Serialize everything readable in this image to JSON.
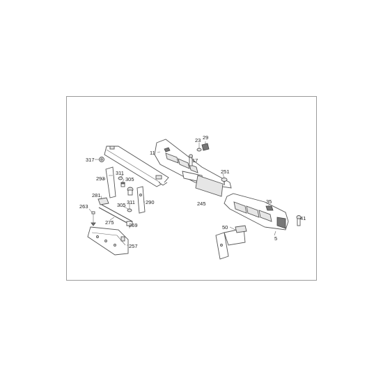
{
  "callouts": {
    "c317": "317",
    "c293": "293",
    "c311a": "311",
    "c305a": "305",
    "c281": "281",
    "c263": "263",
    "c305b": "305",
    "c311b": "311",
    "c290": "290",
    "c275": "275",
    "c269": "269",
    "c257": "257",
    "c11": "11",
    "c23": "23",
    "c29": "29",
    "c17": "17",
    "c251": "251",
    "c245": "245",
    "c35": "35",
    "c41": "41",
    "c50": "50",
    "c5": "5"
  }
}
